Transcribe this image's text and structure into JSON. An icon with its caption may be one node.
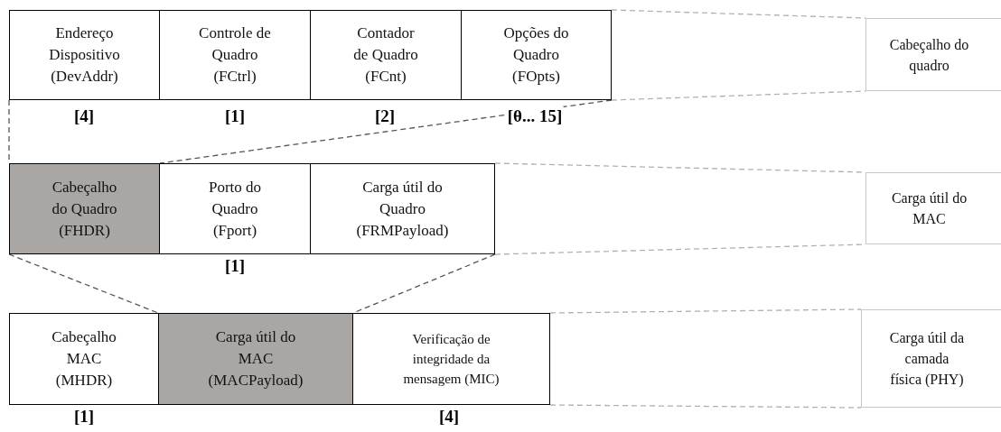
{
  "diagram": {
    "nodes": [
      {
        "text": [
          "Endereço Dispositivo (DevAddr)"
        ]
      },
      {
        "text": [
          "Controle de Quadro (FCtrl)"
        ]
      },
      {
        "text": [
          "Contador de Quadro (FCnt)"
        ]
      },
      {
        "text": [
          "Opções do Quadro (FOpts)"
        ]
      },
      {
        "text": [
          "Cabeçalho do quadro"
        ]
      },
      {
        "text": [
          "Cabeçalho do Quadro (FHDR)"
        ]
      },
      {
        "text": [
          "Porto do Quadro (Fport)"
        ]
      },
      {
        "text": [
          "Carga útil do Quadro (FRMPayload)"
        ]
      },
      {
        "text": [
          "Carga útil do MAC"
        ]
      },
      {
        "text": [
          "Cabeçalho MAC (MHDR)"
        ]
      },
      {
        "text": [
          "Carga útil do MAC (MACPayload)"
        ]
      },
      {
        "text": [
          "Verificação de integridade da mensagem (MIC)"
        ]
      },
      {
        "text": [
          "Carga útil da camada física (PHY)"
        ]
      }
    ],
    "edges": [
      {
        "from": 0,
        "to": 5,
        "arrow": "none",
        "style": "dashed",
        "color": "#555555"
      },
      {
        "from": 3,
        "to": 5,
        "arrow": "none",
        "style": "dashed",
        "color": "#555555"
      },
      {
        "from": 5,
        "to": 10,
        "arrow": "none",
        "style": "dashed",
        "color": "#555555"
      },
      {
        "from": 7,
        "to": 10,
        "arrow": "none",
        "style": "dashed",
        "color": "#555555"
      },
      {
        "from": 3,
        "to": 4,
        "arrow": "none",
        "style": "dashed"
      },
      {
        "from": 3,
        "to": 4,
        "arrow": "none",
        "style": "dashed"
      },
      {
        "from": 7,
        "to": 8,
        "arrow": "none",
        "style": "dashed"
      },
      {
        "from": 7,
        "to": 8,
        "arrow": "none",
        "style": "dashed"
      },
      {
        "from": 11,
        "to": 12,
        "arrow": "none",
        "style": "dashed"
      },
      {
        "from": 11,
        "to": 12,
        "arrow": "none",
        "style": "dashed"
      }
    ],
    "labels": [
      "[4]",
      "[1]",
      "[2]",
      "[θ... 15]",
      "[1]",
      "[1]",
      "[4]"
    ]
  }
}
